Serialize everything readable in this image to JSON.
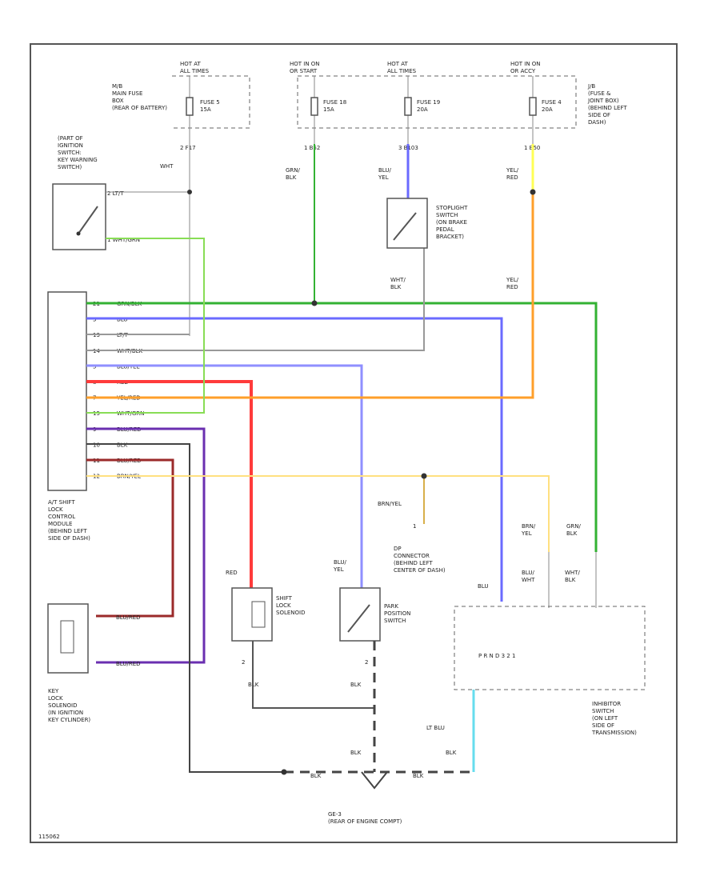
{
  "colors": {
    "green": "#33b233",
    "blue": "#6a6aff",
    "red": "#ff3b3b",
    "orange": "#ff9f2a",
    "yellow": "#ffff55",
    "lt_green": "#88dd55",
    "purple": "#6a2fb0",
    "maroon": "#9b2a2a",
    "tan": "#d8b04a",
    "lt_yellow": "#ffe080",
    "lt_blue": "#66ddee",
    "gray": "#999999",
    "black": "#444444"
  },
  "power": {
    "hot1": "HOT AT\nALL TIMES",
    "hot2": "HOT IN ON\nOR START",
    "hot3": "HOT AT\nALL TIMES",
    "hot4": "HOT IN ON\nOR ACCY",
    "fuse_box_main": "M/B\nMAIN FUSE\nBOX\n(REAR OF BATTERY)",
    "fuse5": "FUSE 5\n15A",
    "fuse18": "FUSE 18\n15A",
    "fuse19": "FUSE 19\n20A",
    "fuse4": "FUSE 4\n20A",
    "junction_box": "J/B\n(FUSE &\nJOINT BOX)\n(BEHIND LEFT\nSIDE OF\nDASH)",
    "pin_f17": "2  F17",
    "pin_b52": "1  B52",
    "pin_b103": "3  B103",
    "pin_b50": "1  B50"
  },
  "ignition_switch": {
    "label": "(PART OF\nIGNITION\nSWITCH:\nKEY WARNING\nSWITCH)",
    "pin2_wire": "2  LT/T",
    "pin1_wire": "1  WHT/GRN",
    "wht": "WHT"
  },
  "wires": {
    "grn_blk": "GRN/\nBLK",
    "blu_yel": "BLU/\nYEL",
    "yel_red": "YEL/\nRED",
    "yel_red2": "YEL/\nRED",
    "wht_blk": "WHT/\nBLK",
    "brn_yel": "BRN/YEL",
    "brn_yel_inh": "BRN/\nYEL",
    "grn_blk_inh": "GRN/\nBLK",
    "blu_wht": "BLU/\nWHT",
    "wht_blk_inh": "WHT/\nBLK",
    "blu": "BLU",
    "red": "RED",
    "blu_yel_park": "BLU/\nYEL",
    "blk_shift": "BLK",
    "blk_park": "BLK",
    "lt_blu": "LT BLU",
    "blk_inh": "BLK",
    "blk_gnd_l": "BLK",
    "blk_gnd_r": "BLK"
  },
  "module_pins": [
    {
      "pin": "21",
      "wire": "GRN/BLK"
    },
    {
      "pin": "3",
      "wire": "BLU"
    },
    {
      "pin": "13",
      "wire": "LT/T"
    },
    {
      "pin": "14",
      "wire": "WHT/BLK"
    },
    {
      "pin": "5",
      "wire": "BLU/YEL"
    },
    {
      "pin": "8",
      "wire": "RED"
    },
    {
      "pin": "7",
      "wire": "YEL/RED"
    },
    {
      "pin": "15",
      "wire": "WHT/GRN"
    },
    {
      "pin": "9",
      "wire": "BLU/RED"
    },
    {
      "pin": "10",
      "wire": "BLK"
    },
    {
      "pin": "11",
      "wire": "BLU/RED"
    },
    {
      "pin": "12",
      "wire": "BRN/YEL"
    }
  ],
  "module": {
    "label": "A/T SHIFT\nLOCK\nCONTROL\nMODULE\n(BEHIND LEFT\nSIDE OF DASH)"
  },
  "stoplight": {
    "label": "STOPLIGHT\nSWITCH\n(ON BRAKE\nPEDAL\nBRACKET)"
  },
  "dp_connector": {
    "label": "DP\nCONNECTOR\n(BEHIND LEFT\nCENTER OF DASH)",
    "pin": "1"
  },
  "shift_lock": {
    "label": "SHIFT\nLOCK\nSOLENOID",
    "pin": "2"
  },
  "park_switch": {
    "label": "PARK\nPOSITION\nSWITCH",
    "pin": "2"
  },
  "key_lock": {
    "label": "KEY\nLOCK\nSOLENOID\n(IN IGNITION\nKEY CYLINDER)",
    "wire1": "BLU/RED",
    "wire2": "BLU/RED"
  },
  "inhibitor": {
    "label": "INHIBITOR\nSWITCH\n(ON LEFT\nSIDE OF\nTRANSMISSION)",
    "positions": "P R N D 3 2 1"
  },
  "ground": {
    "label": "GE-3\n(REAR OF ENGINE COMPT)",
    "blk_left": "BLK",
    "blk_right": "BLK"
  },
  "footer": {
    "code": "115062"
  }
}
